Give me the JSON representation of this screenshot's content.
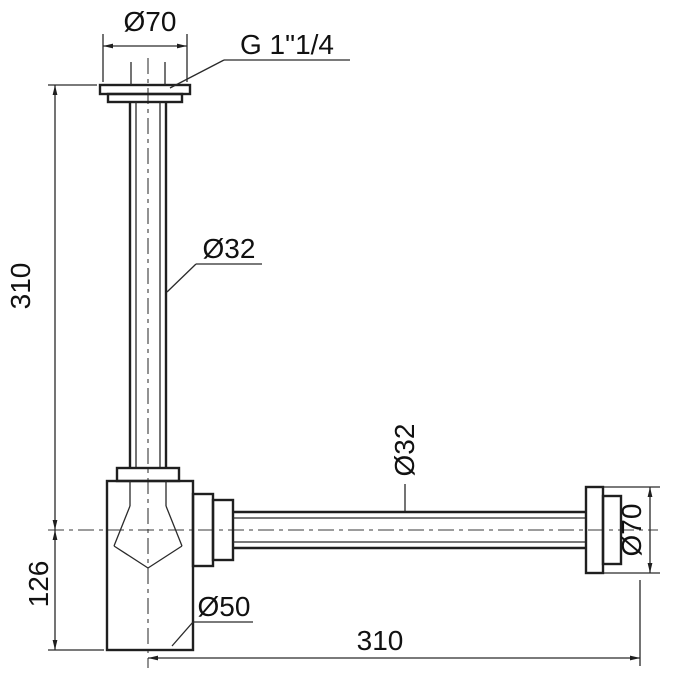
{
  "diagram": {
    "type": "technical-drawing",
    "subject": "bottle trap siphon with wall outlet, dimensioned side view",
    "colors": {
      "line": "#1f1f1f",
      "background": "#ffffff"
    },
    "labels": {
      "top_flange_diameter": "Ø70",
      "thread_size": "G 1\"1/4",
      "vertical_pipe_diameter": "Ø32",
      "vertical_height": "310",
      "trap_height": "126",
      "trap_body_diameter": "Ø50",
      "horizontal_pipe_diameter": "Ø32",
      "wall_flange_diameter": "Ø70",
      "horizontal_length": "310"
    }
  }
}
